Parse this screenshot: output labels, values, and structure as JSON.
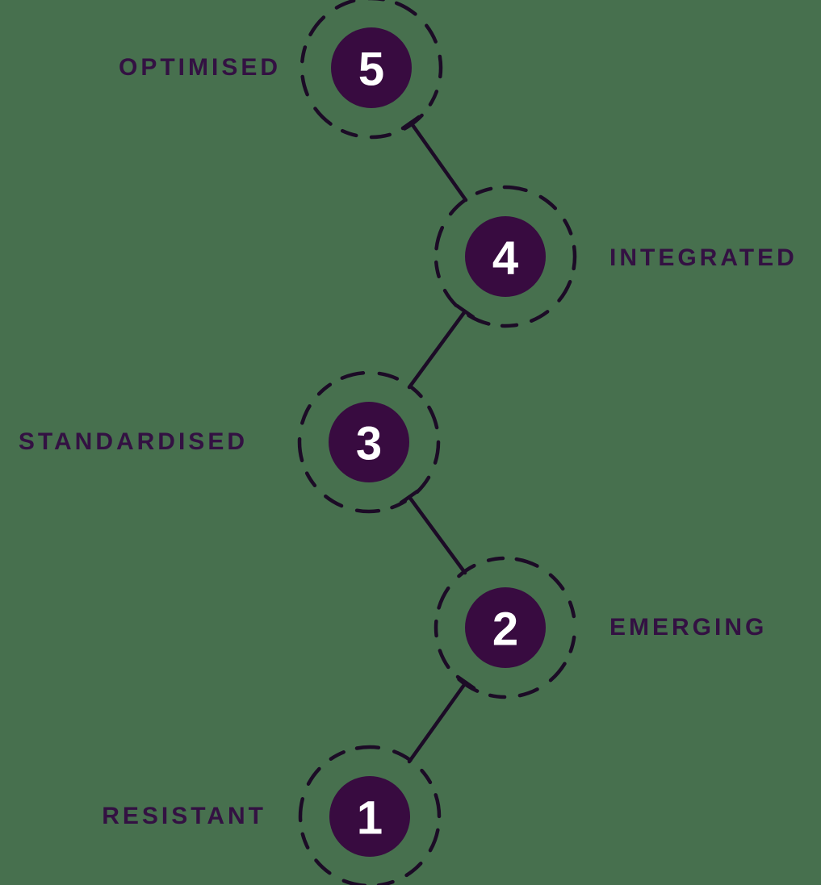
{
  "diagram": {
    "type": "maturity-levels-zigzag",
    "background_color": "#47704E",
    "colors": {
      "node_fill": "#380B40",
      "node_number": "#FFFFFF",
      "label_text": "#331142",
      "dashes_and_lines": "#1C0B26"
    },
    "nodes": [
      {
        "number": "5",
        "label": "OPTIMISED",
        "label_side": "left"
      },
      {
        "number": "4",
        "label": "INTEGRATED",
        "label_side": "right"
      },
      {
        "number": "3",
        "label": "STANDARDISED",
        "label_side": "left"
      },
      {
        "number": "2",
        "label": "EMERGING",
        "label_side": "right"
      },
      {
        "number": "1",
        "label": "RESISTANT",
        "label_side": "left"
      }
    ],
    "connections": [
      "5-4",
      "4-3",
      "3-2",
      "2-1"
    ]
  }
}
